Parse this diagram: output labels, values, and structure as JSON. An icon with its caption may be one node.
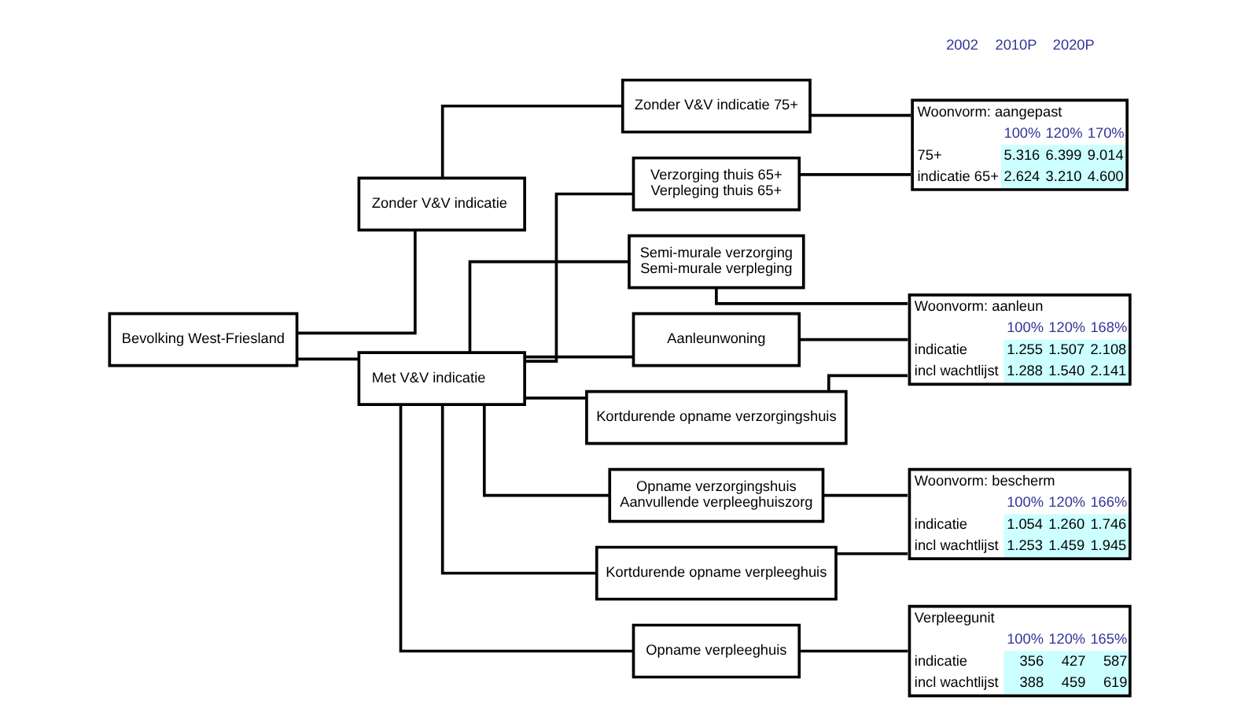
{
  "diagram": {
    "nodes": [
      {
        "text": [
          "Bevolking West-Friesland"
        ]
      },
      {
        "text": [
          "Zonder V&V indicatie"
        ]
      },
      {
        "text": [
          "Met V&V indicatie"
        ]
      },
      {
        "text": [
          "Zonder V&V indicatie 75+"
        ]
      },
      {
        "text": [
          "Verzorging thuis 65+",
          "Verpleging thuis 65+"
        ]
      },
      {
        "text": [
          "Semi-murale verzorging",
          "Semi-murale verpleging"
        ]
      },
      {
        "text": [
          "Aanleunwoning"
        ]
      },
      {
        "text": [
          "Kortdurende opname verzorgingshuis"
        ]
      },
      {
        "text": [
          "Opname verzorgingshuis",
          "Aanvullende verpleeghuiszorg"
        ]
      },
      {
        "text": [
          "Kortdurende opname verpleeghuis"
        ]
      },
      {
        "text": [
          "Opname verpleeghuis"
        ]
      },
      {
        "text": [
          "Woonvorm: aangepast",
          "100%",
          "120%",
          "170%",
          "75+",
          "5.316",
          "6.399",
          "9.014",
          "indicatie 65+",
          "2.624",
          "3.210",
          "4.600"
        ]
      },
      {
        "text": [
          "Woonvorm: aanleun",
          "100%",
          "120%",
          "168%",
          "indicatie",
          "1.255",
          "1.507",
          "2.108",
          "incl wachtlijst",
          "1.288",
          "1.540",
          "2.141"
        ]
      },
      {
        "text": [
          "Woonvorm: bescherm",
          "100%",
          "120%",
          "166%",
          "indicatie",
          "1.054",
          "1.260",
          "1.746",
          "incl wachtlijst",
          "1.253",
          "1.459",
          "1.945"
        ]
      },
      {
        "text": [
          "Verpleegunit",
          "100%",
          "120%",
          "165%",
          "indicatie",
          "356",
          "427",
          "587",
          "incl wachtlijst",
          "388",
          "459",
          "619"
        ]
      }
    ],
    "edges": [
      {
        "from": 0,
        "to": 1,
        "arrow": "none"
      },
      {
        "from": 0,
        "to": 2,
        "arrow": "none"
      },
      {
        "from": 1,
        "to": 3,
        "arrow": "none"
      },
      {
        "from": 2,
        "to": 4,
        "arrow": "none"
      },
      {
        "from": 2,
        "to": 5,
        "arrow": "none"
      },
      {
        "from": 2,
        "to": 6,
        "arrow": "none"
      },
      {
        "from": 2,
        "to": 7,
        "arrow": "none"
      },
      {
        "from": 2,
        "to": 8,
        "arrow": "none"
      },
      {
        "from": 2,
        "to": 9,
        "arrow": "none"
      },
      {
        "from": 2,
        "to": 10,
        "arrow": "none"
      },
      {
        "from": 3,
        "to": 11,
        "arrow": "none"
      },
      {
        "from": 4,
        "to": 11,
        "arrow": "none"
      },
      {
        "from": 5,
        "to": 12,
        "arrow": "none"
      },
      {
        "from": 6,
        "to": 12,
        "arrow": "none"
      },
      {
        "from": 7,
        "to": 12,
        "arrow": "none"
      },
      {
        "from": 8,
        "to": 13,
        "arrow": "none"
      },
      {
        "from": 9,
        "to": 13,
        "arrow": "none"
      },
      {
        "from": 10,
        "to": 14,
        "arrow": "none"
      }
    ],
    "labels": [
      "2002",
      "2010P",
      "2020P"
    ]
  }
}
